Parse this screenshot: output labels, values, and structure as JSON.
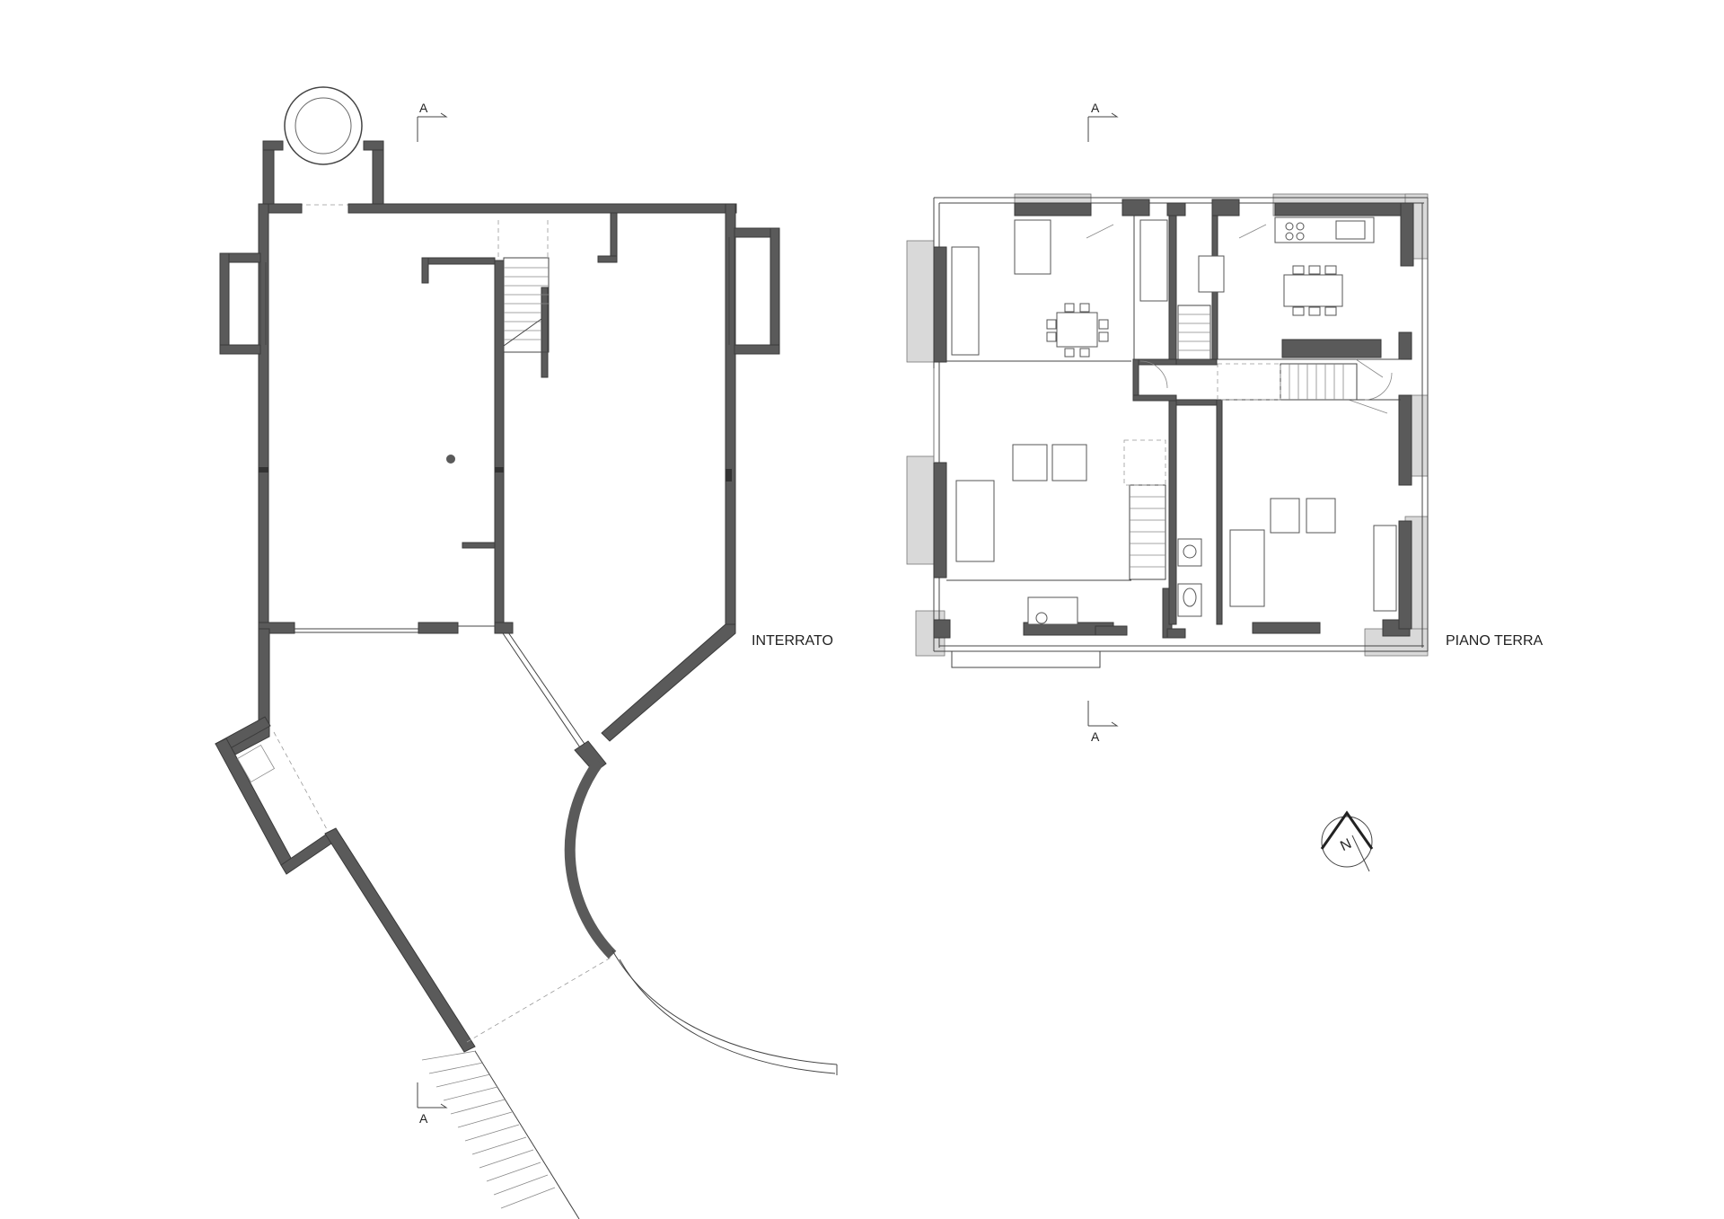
{
  "drawing": {
    "plans": [
      {
        "label": "INTERRATO"
      },
      {
        "label": "PIANO TERRA"
      }
    ],
    "section_marks": [
      "A",
      "A",
      "A",
      "A"
    ],
    "north_arrow": {
      "letter": "N",
      "icon": "north-arrow-icon"
    },
    "colors": {
      "wall": "#5a5a5a",
      "line": "#444444",
      "background": "#ffffff"
    }
  }
}
